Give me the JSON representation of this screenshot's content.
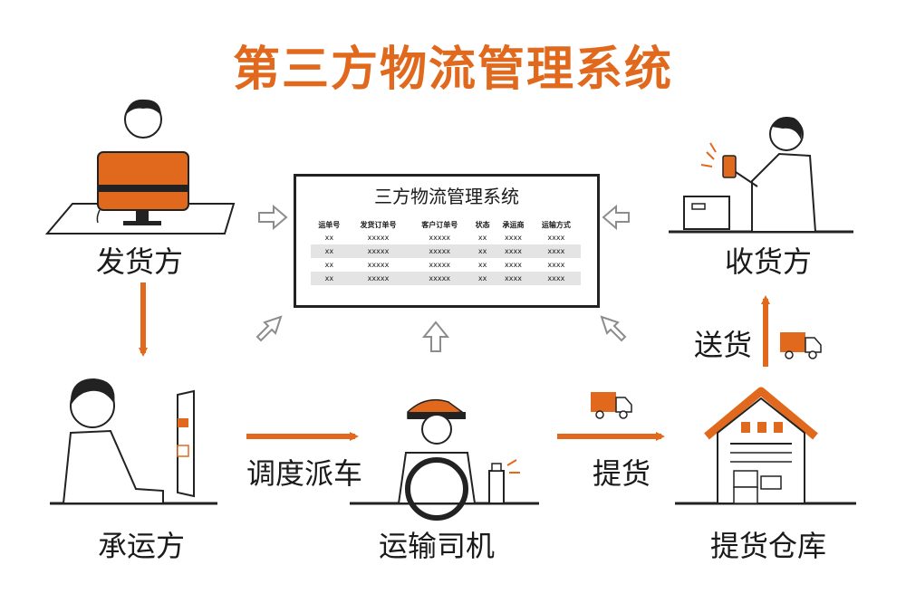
{
  "title": "第三方物流管理系统",
  "nodes": {
    "shipper": "发货方",
    "receiver": "收货方",
    "carrier": "承运方",
    "driver": "运输司机",
    "warehouse": "提货仓库"
  },
  "edges": {
    "dispatch": "调度派车",
    "pickup": "提货",
    "deliver": "送货"
  },
  "panel": {
    "title": "三方物流管理系统",
    "columns": [
      "运单号",
      "发货订单号",
      "客户订单号",
      "状态",
      "承运商",
      "运输方式"
    ],
    "rows": [
      [
        "xx",
        "xxxxx",
        "xxxxx",
        "xx",
        "xxxx",
        "xxxx"
      ],
      [
        "xx",
        "xxxxx",
        "xxxxx",
        "xx",
        "xxxx",
        "xxxx"
      ],
      [
        "xx",
        "xxxxx",
        "xxxxx",
        "xx",
        "xxxx",
        "xxxx"
      ],
      [
        "xx",
        "xxxxx",
        "xxxxx",
        "xx",
        "xxxx",
        "xxxx"
      ]
    ]
  },
  "colors": {
    "accent": "#e0691e",
    "ink": "#1a1a1a",
    "arrow_gray": "#9a9a9a"
  }
}
